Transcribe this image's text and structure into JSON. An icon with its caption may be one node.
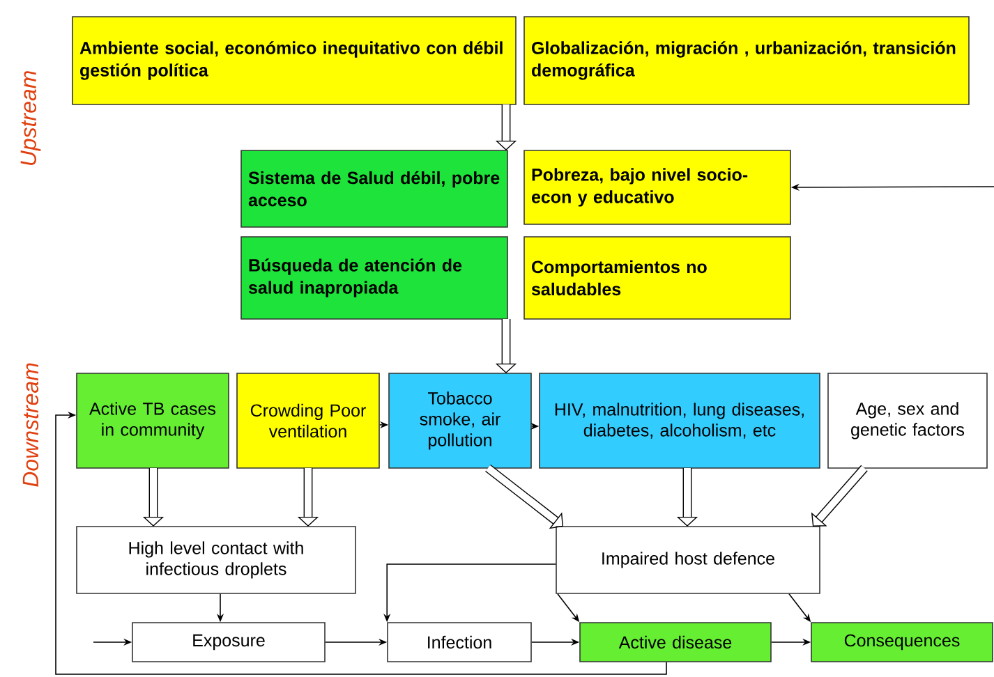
{
  "diagram": {
    "nodes": [
      {
        "text": [
          "Ambiente social, económico inequitativo con débil gestión política"
        ]
      },
      {
        "text": [
          "Globalización, migración , urbanización, transición demográfica"
        ]
      },
      {
        "text": [
          "Sistema de Salud débil, pobre acceso"
        ]
      },
      {
        "text": [
          "Pobreza, bajo nivel socio-econ y educativo"
        ]
      },
      {
        "text": [
          "Búsqueda de atención de salud inapropiada"
        ]
      },
      {
        "text": [
          "Comportamientos no saludables"
        ]
      },
      {
        "text": [
          "Active TB cases in community"
        ]
      },
      {
        "text": [
          "Crowding Poor ventilation"
        ]
      },
      {
        "text": [
          "Tobacco smoke, air pollution"
        ]
      },
      {
        "text": [
          "HIV, malnutrition, lung diseases, diabetes, alcoholism, etc"
        ]
      },
      {
        "text": [
          "Age, sex and genetic factors"
        ]
      },
      {
        "text": [
          "High level contact with infectious droplets"
        ]
      },
      {
        "text": [
          "Impaired host defence"
        ]
      },
      {
        "text": [
          "Exposure"
        ]
      },
      {
        "text": [
          "Infection"
        ]
      },
      {
        "text": [
          "Active disease"
        ]
      },
      {
        "text": [
          "Consequences"
        ]
      }
    ],
    "edges": [
      {
        "from": 0,
        "to": 2,
        "arrow": "to",
        "style": "thick"
      },
      {
        "from": 4,
        "to": 8,
        "arrow": "to",
        "style": "thick"
      },
      {
        "from": 6,
        "to": 11,
        "arrow": "to",
        "style": "thick"
      },
      {
        "from": 7,
        "to": 11,
        "arrow": "to",
        "style": "thick"
      },
      {
        "from": 8,
        "to": 12,
        "arrow": "to",
        "style": "thick"
      },
      {
        "from": 9,
        "to": 12,
        "arrow": "to",
        "style": "thick"
      },
      {
        "from": 10,
        "to": 12,
        "arrow": "to",
        "style": "thick"
      },
      {
        "from": null,
        "to": 3,
        "arrow": "to"
      },
      {
        "from": 7,
        "to": 8,
        "arrow": "to"
      },
      {
        "from": 8,
        "to": 9,
        "arrow": "to"
      },
      {
        "from": 11,
        "to": 13,
        "arrow": "to"
      },
      {
        "from": null,
        "to": 13,
        "arrow": "to"
      },
      {
        "from": 13,
        "to": 14,
        "arrow": "to"
      },
      {
        "from": 14,
        "to": 15,
        "arrow": "to"
      },
      {
        "from": 15,
        "to": 16,
        "arrow": "to"
      },
      {
        "from": 12,
        "to": 14,
        "arrow": "to"
      },
      {
        "from": 12,
        "to": 15,
        "arrow": "to"
      },
      {
        "from": 12,
        "to": 16,
        "arrow": "to"
      },
      {
        "from": 15,
        "to": 6,
        "arrow": "to"
      }
    ],
    "labels": [
      "Upstream",
      "Downstream"
    ]
  }
}
